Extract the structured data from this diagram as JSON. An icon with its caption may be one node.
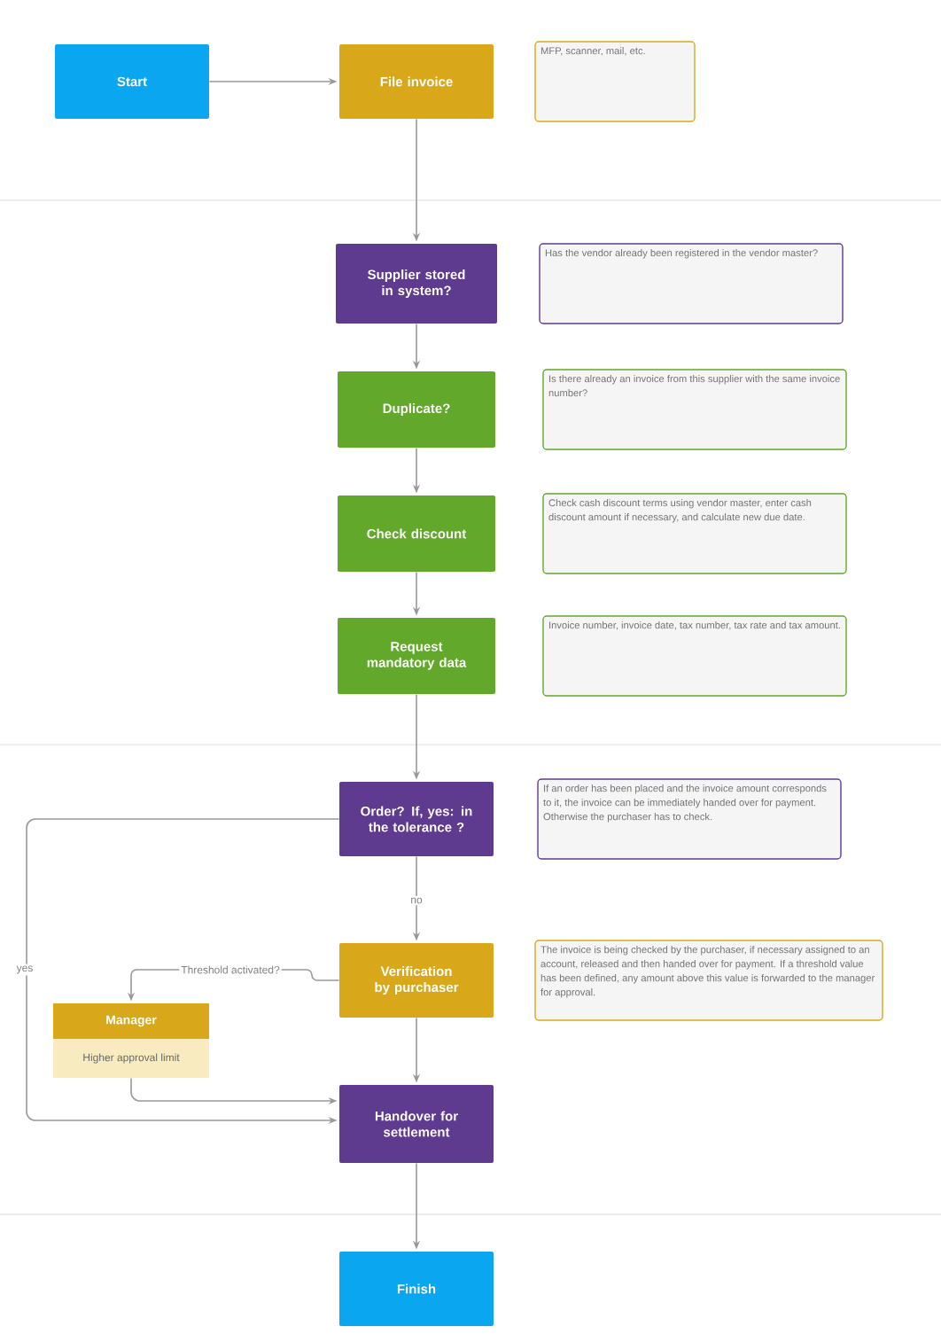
{
  "diagram": {
    "nodes": [
      {
        "text": [
          "Start"
        ]
      },
      {
        "text": [
          "File invoice"
        ]
      },
      {
        "text": [
          "MFP, scanner, mail, etc."
        ]
      },
      {
        "text": [
          "Supplier stored in system?"
        ]
      },
      {
        "text": [
          "Has the vendor already been registered in the vendor master?"
        ]
      },
      {
        "text": [
          "Duplicate?"
        ]
      },
      {
        "text": [
          "Is there already an invoice from this supplier with the same invoice number?"
        ]
      },
      {
        "text": [
          "Check discount"
        ]
      },
      {
        "text": [
          "Check cash discount terms using vendor master, enter cash discount amount if necessary, and calculate new due date."
        ]
      },
      {
        "text": [
          "Request mandatory data"
        ]
      },
      {
        "text": [
          "Invoice number, invoice date, tax number, tax rate and tax amount."
        ]
      },
      {
        "text": [
          "Order? If, yes: in the tolerance ?"
        ]
      },
      {
        "text": [
          "If an order has been placed and the invoice amount corresponds to it, the invoice can be immediately handed over for payment. Otherwise the purchaser has to check."
        ]
      },
      {
        "text": [
          "Verification by purchaser"
        ]
      },
      {
        "text": [
          "The invoice is being checked by the purchaser, if necessary assigned to an account, released and then handed over for payment. If a threshold value has been defined, any amount above this value is forwarded to the manager for approval."
        ]
      },
      {
        "text": [
          "Manager",
          "Higher approval limit"
        ]
      },
      {
        "text": [
          "Handover for settlement"
        ]
      },
      {
        "text": [
          "Finish"
        ]
      }
    ],
    "edges": [
      {
        "from": 0,
        "to": 1,
        "arrow": "to"
      },
      {
        "from": 1,
        "to": 3,
        "arrow": "to"
      },
      {
        "from": 3,
        "to": 5,
        "arrow": "to"
      },
      {
        "from": 5,
        "to": 7,
        "arrow": "to"
      },
      {
        "from": 7,
        "to": 9,
        "arrow": "to"
      },
      {
        "from": 9,
        "to": 11,
        "arrow": "to"
      },
      {
        "from": 11,
        "to": 13,
        "arrow": "to",
        "label": "no"
      },
      {
        "from": 13,
        "to": 15,
        "arrow": "to",
        "label": "Threshold activated?"
      },
      {
        "from": 15,
        "to": 16,
        "arrow": "to"
      },
      {
        "from": 11,
        "to": 16,
        "arrow": "to",
        "label": "yes"
      },
      {
        "from": 13,
        "to": 16,
        "arrow": "to"
      },
      {
        "from": 16,
        "to": 17,
        "arrow": "to"
      }
    ]
  }
}
